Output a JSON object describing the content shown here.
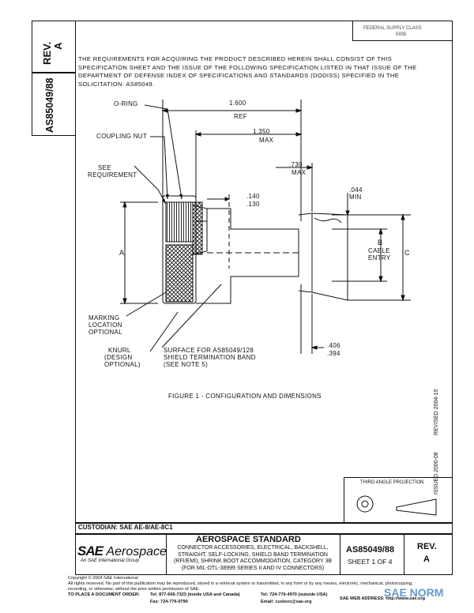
{
  "rev_label_side": "REV.",
  "rev_value_side": "A",
  "doc_number_side": "AS85049/88",
  "federal": {
    "line1": "FEDERAL SUPPLY CLASS",
    "line2": "5935"
  },
  "requirements": [
    "THE REQUIREMENTS FOR ACQUIRING THE PRODUCT DESCRIBED HEREIN SHALL CONSIST OF THIS",
    "SPECIFICATION SHEET AND THE ISSUE OF THE FOLLOWING SPECIFICATION LISTED IN THAT ISSUE OF THE",
    "DEPARTMENT OF DEFENSE INDEX OF SPECIFICATIONS AND STANDARDS (DODISS) SPECIFIED IN THE",
    "SOLICITATION:  AS85049."
  ],
  "drawing": {
    "o_ring": "O-RING",
    "coupling_nut": "COUPLING NUT",
    "see_req_1": "SEE",
    "see_req_2": "REQUIREMENT",
    "dim_1600": "1.600",
    "dim_ref": "REF",
    "dim_1350": "1.350",
    "dim_max_1": "MAX",
    "dim_730": ".730",
    "dim_max_2": "MAX",
    "dim_140": ".140",
    "dim_130": ".130",
    "dim_044": ".044",
    "dim_min": "MIN",
    "label_a": "A",
    "label_b": "B",
    "label_c": "C",
    "cable_entry_1": "CABLE",
    "cable_entry_2": "ENTRY",
    "marking_1": "MARKING",
    "marking_2": "LOCATION",
    "marking_3": "OPTIONAL",
    "knurl_1": "KNURL",
    "knurl_2": "(DESIGN",
    "knurl_3": "OPTIONAL)",
    "surface_1": "SURFACE FOR AS85049/128",
    "surface_2": "SHIELD TERMINATION BAND",
    "surface_3": "(SEE NOTE 5)",
    "dim_406": ".406",
    "dim_394": ".394"
  },
  "figure_caption": "FIGURE 1 - CONFIGURATION AND DIMENSIONS",
  "issued_side": "ISSUED 2000-08",
  "revised_side": "REVISED 2004-10",
  "third_angle": "THIRD ANGLE PROJECTION",
  "custodian": "CUSTODIAN: SAE AE-8/AE-8C1",
  "title_block": {
    "logo_sae": "SAE",
    "logo_aero": "Aerospace",
    "logo_sub": "An SAE International Group",
    "heading": "AEROSPACE STANDARD",
    "desc": [
      "CONNECTOR ACCESSORIES, ELECTRICAL, BACKSHELL,",
      "STRAIGHT, SELF-LOCKING, SHIELD BAND TERMINATION",
      "(RFI/EMI), SHRINK BOOT ACCOMMODATION, CATEGORY 3B",
      "(FOR MIL-DTL-38999 SERIES II AND IV CONNECTORS)"
    ],
    "doc_number": "AS85049/88",
    "sheet": "SHEET 1 OF 4",
    "rev_label": "REV.",
    "rev_value": "A"
  },
  "footer": {
    "copyright": "Copyright © 2004 SAE International",
    "rights_1": "All rights reserved. No part of this publication may be reproduced, stored in a retrieval system or transmitted, in any form or by any means, electronic, mechanical, photocopying,",
    "rights_2": "recording, or otherwise, without the prior written permission of SAE.",
    "order_label": "TO PLACE A DOCUMENT ORDER:",
    "tel_us": "Tel:  877-606-7323 (inside USA and Canada)",
    "tel_intl": "Tel:  724-776-4970 (outside USA)",
    "fax": "Fax:  724-776-0790",
    "email": "Email:  custsvc@sae.org",
    "web": "SAE WEB ADDRESS:  http://www.sae.org"
  },
  "watermark": "SAE NORM"
}
